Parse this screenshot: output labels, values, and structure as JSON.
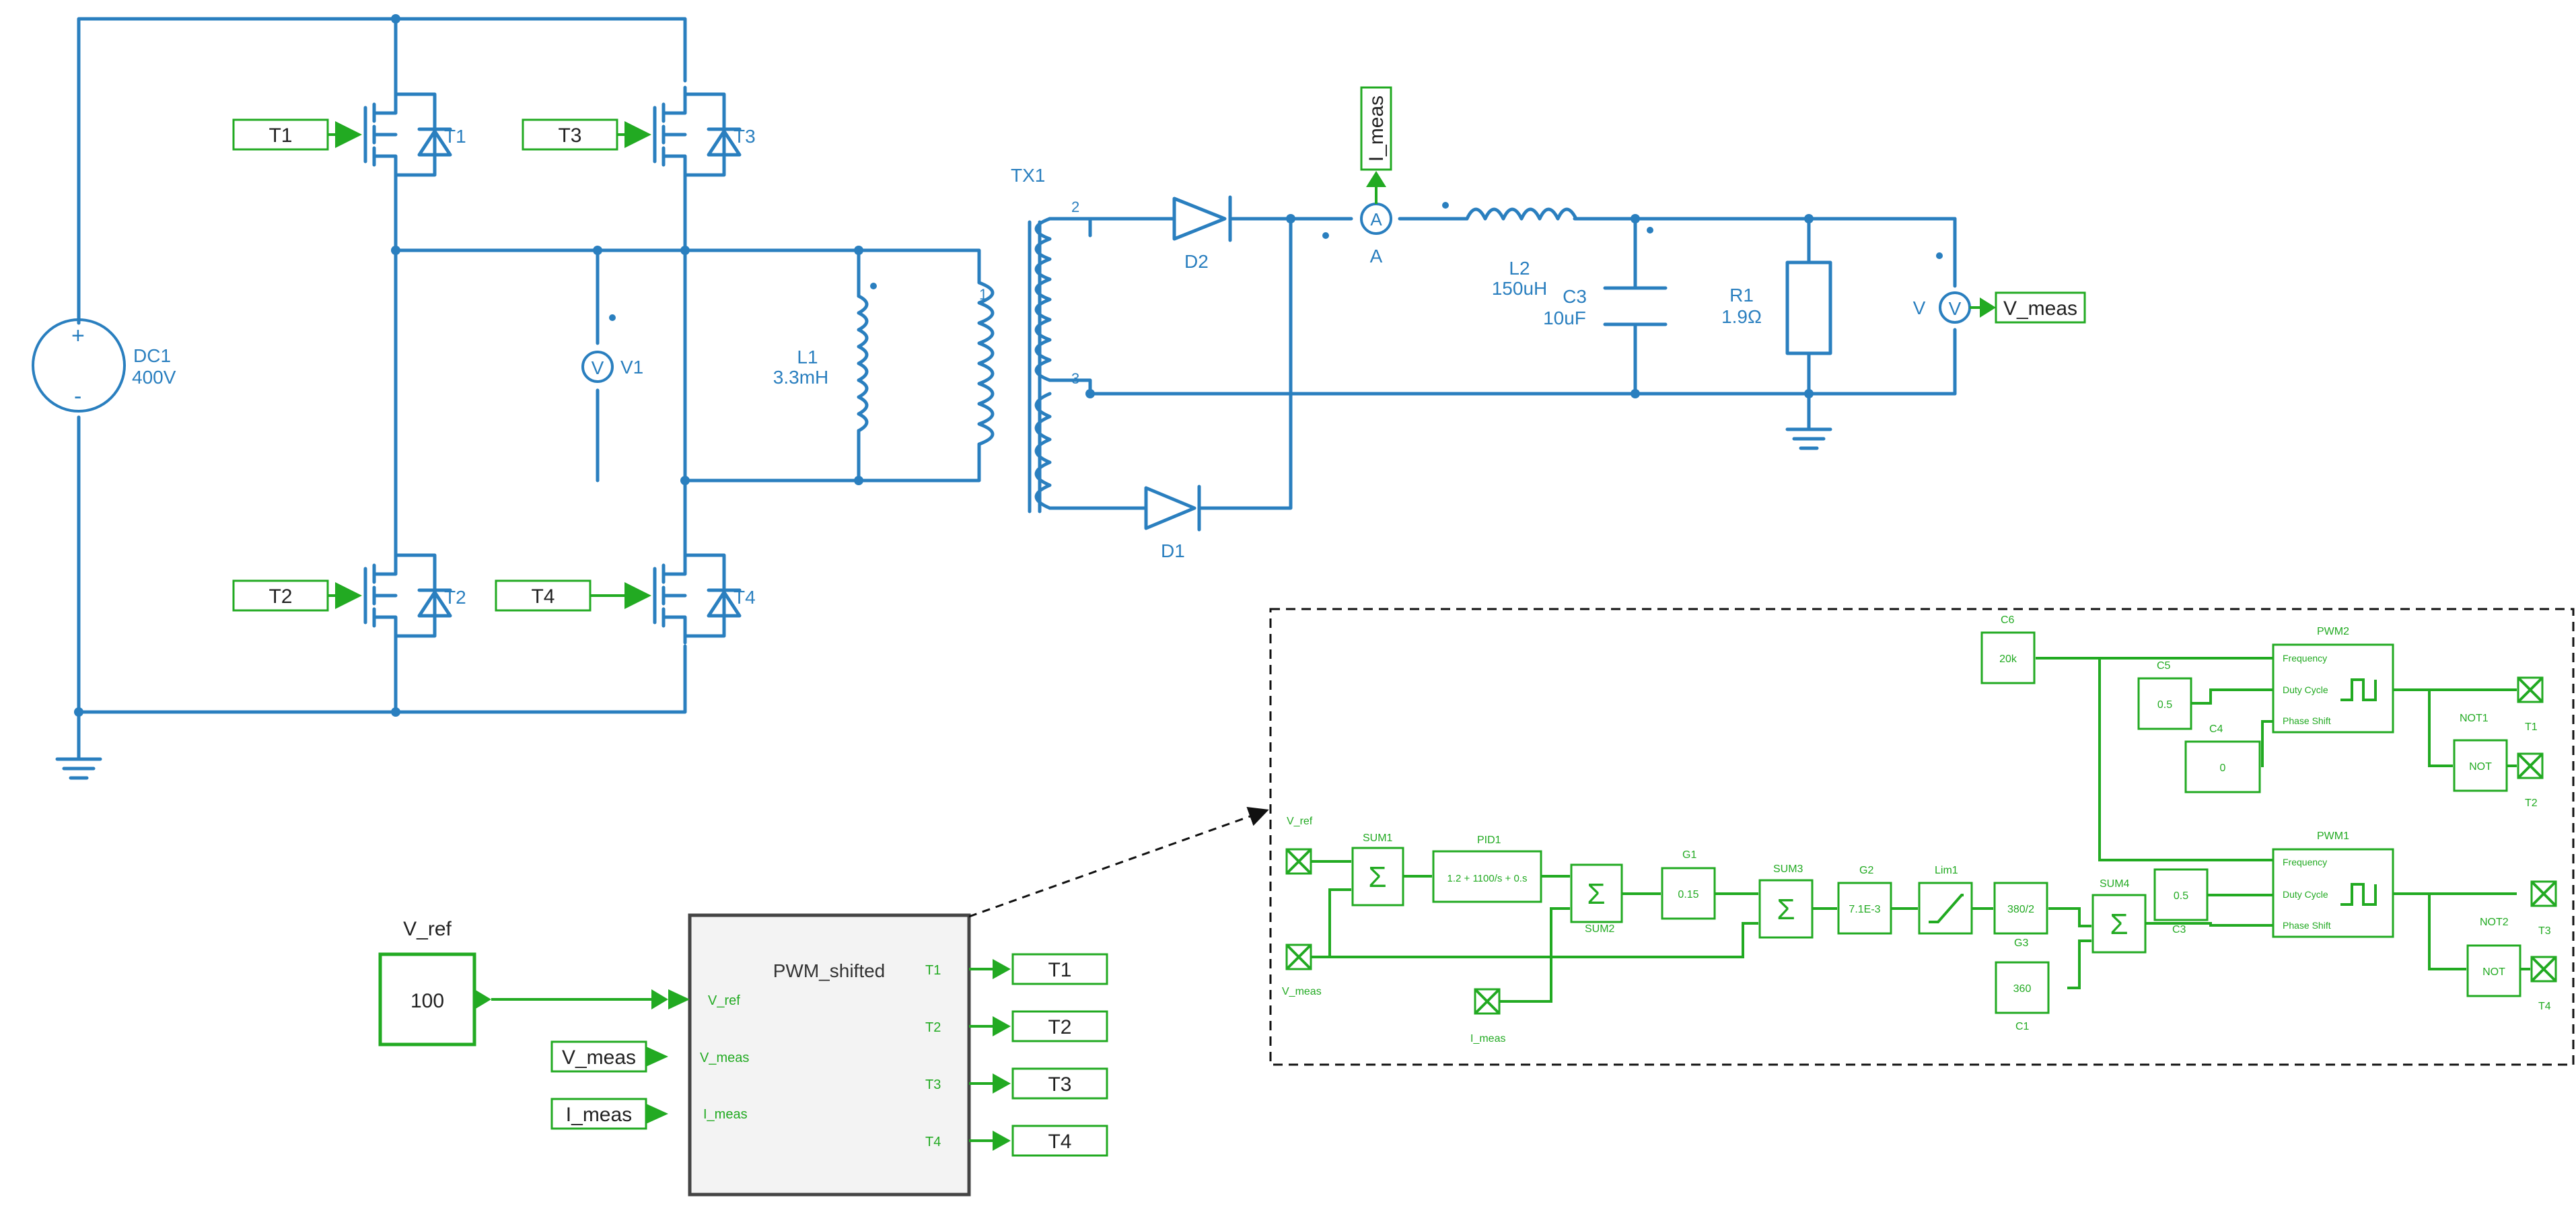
{
  "power_stage": {
    "source": {
      "name": "DC1",
      "value": "400V",
      "plus": "+",
      "minus": "-"
    },
    "switches": [
      {
        "name": "T1"
      },
      {
        "name": "T3"
      },
      {
        "name": "T2"
      },
      {
        "name": "T4"
      }
    ],
    "gate_tags": [
      "T1",
      "T3",
      "T2",
      "T4"
    ],
    "voltmeter_v1": {
      "symbol": "V",
      "name": "V1"
    },
    "inductor_l1": {
      "name": "L1",
      "value": "3.3mH"
    },
    "transformer": {
      "name": "TX1",
      "pin1": "1",
      "pin2": "2",
      "pin3": "3"
    },
    "diode_d2": {
      "name": "D2"
    },
    "diode_d1": {
      "name": "D1"
    },
    "ammeter": {
      "symbol": "A",
      "label": "A",
      "tag": "I_meas"
    },
    "inductor_l2": {
      "name": "L2",
      "value": "150uH"
    },
    "capacitor_c3": {
      "name": "C3",
      "value": "10uF"
    },
    "resistor_r1": {
      "name": "R1",
      "value": "1.9Ω"
    },
    "voltmeter_out": {
      "symbol": "V",
      "label": "V",
      "tag": "V_meas"
    }
  },
  "pwm_subsystem": {
    "title": "PWM_shifted",
    "inputs": [
      "V_ref",
      "V_meas",
      "I_meas"
    ],
    "outputs": [
      "T1",
      "T2",
      "T3",
      "T4"
    ],
    "vref_label": "V_ref",
    "vref_value": "100",
    "in_tags": [
      "V_meas",
      "I_meas"
    ],
    "out_tags": [
      "T1",
      "T2",
      "T3",
      "T4"
    ]
  },
  "control_detail": {
    "in_vref": "V_ref",
    "in_vmeas": "V_meas",
    "in_imeas": "I_meas",
    "sum1": {
      "name": "SUM1",
      "symbol": "Σ"
    },
    "pid1": {
      "name": "PID1",
      "expr": "1.2 + 1100/s + 0.s"
    },
    "sum2": {
      "name": "SUM2",
      "symbol": "Σ"
    },
    "g1": {
      "name": "G1",
      "value": "0.15"
    },
    "sum3": {
      "name": "SUM3",
      "symbol": "Σ"
    },
    "g2": {
      "name": "G2",
      "value": "7.1E-3"
    },
    "lim1": {
      "name": "Lim1"
    },
    "g3": {
      "name": "G3",
      "value": "380/2"
    },
    "sum4": {
      "name": "SUM4",
      "symbol": "Σ"
    },
    "c1": {
      "name": "C1",
      "value": "360"
    },
    "c3": {
      "name": "C3",
      "value": "0.5"
    },
    "c4": {
      "name": "C4",
      "value": "0"
    },
    "c5": {
      "name": "C5",
      "value": "0.5"
    },
    "c6": {
      "name": "C6",
      "value": "20k"
    },
    "pwm2": {
      "name": "PWM2",
      "ports": [
        "Frequency",
        "Duty Cycle",
        "Phase Shift"
      ]
    },
    "pwm1": {
      "name": "PWM1",
      "ports": [
        "Frequency",
        "Duty Cycle",
        "Phase Shift"
      ]
    },
    "not1": {
      "name": "NOT1",
      "value": "NOT"
    },
    "not2": {
      "name": "NOT2",
      "value": "NOT"
    },
    "out_labels": [
      "T1",
      "T2",
      "T3",
      "T4"
    ]
  }
}
